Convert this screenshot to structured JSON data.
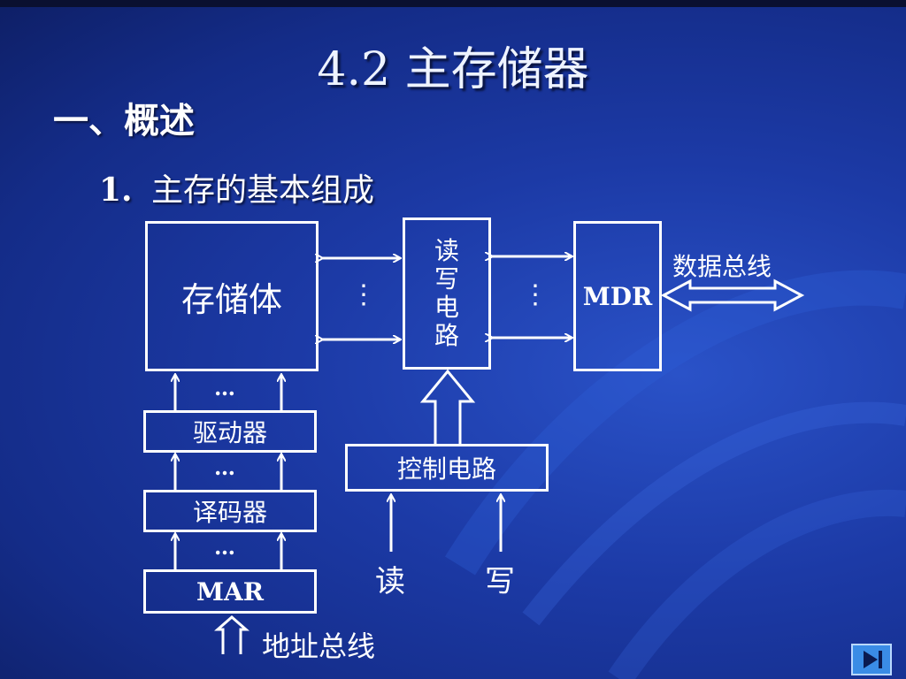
{
  "slide": {
    "title": "4.2 主存储器",
    "heading1": "一、概述",
    "heading2_num": "1.",
    "heading2_text": "主存的基本组成"
  },
  "diagram": {
    "memory_body": "存储体",
    "rw_circuit": [
      "读",
      "写",
      "电",
      "路"
    ],
    "mdr": "MDR",
    "data_bus": "数据总线",
    "driver": "驱动器",
    "decoder": "译码器",
    "mar": "MAR",
    "address_bus": "地址总线",
    "control_circuit": "控制电路",
    "read": "读",
    "write": "写",
    "ellipsis_h": "…",
    "ellipsis_v": "⋮"
  },
  "colors": {
    "background": "#1c3aa6",
    "line": "#ffffff",
    "nav_button": "#3a8ce6"
  }
}
